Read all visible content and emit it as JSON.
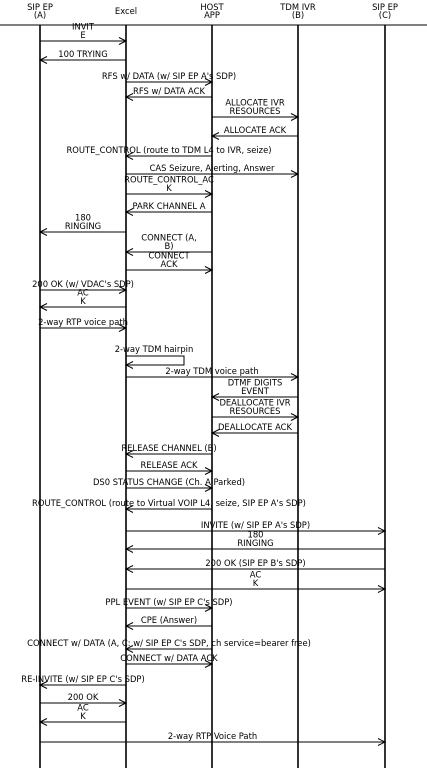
{
  "participants": [
    {
      "id": "A",
      "name": "SIP EP",
      "sub": "(A)"
    },
    {
      "id": "X",
      "name": "Excel",
      "sub": ""
    },
    {
      "id": "H",
      "name": "HOST",
      "sub": "APP"
    },
    {
      "id": "TDM",
      "name": "TDM IVR",
      "sub": "(B)"
    },
    {
      "id": "C",
      "name": "SIP EP",
      "sub": "(C)"
    }
  ],
  "messages": [
    {
      "from": "A",
      "to": "X",
      "lines": [
        "INVIT",
        "E"
      ]
    },
    {
      "from": "X",
      "to": "A",
      "lines": [
        "100 TRYING"
      ]
    },
    {
      "from": "X",
      "to": "H",
      "lines": [
        "RFS w/ DATA (w/ SIP EP A's SDP)"
      ]
    },
    {
      "from": "H",
      "to": "X",
      "lines": [
        "RFS w/ DATA ACK"
      ]
    },
    {
      "from": "H",
      "to": "TDM",
      "lines": [
        "ALLOCATE IVR",
        "RESOURCES"
      ]
    },
    {
      "from": "TDM",
      "to": "H",
      "lines": [
        "ALLOCATE ACK"
      ]
    },
    {
      "from": "H",
      "to": "X",
      "lines": [
        "ROUTE_CONTROL (route to TDM L4 to IVR, seize)"
      ]
    },
    {
      "from": "X",
      "to": "TDM",
      "lines": [
        "CAS Seizure, Alerting, Answer"
      ]
    },
    {
      "from": "X",
      "to": "H",
      "lines": [
        "ROUTE_CONTROL_AC",
        "K"
      ]
    },
    {
      "from": "H",
      "to": "X",
      "lines": [
        "PARK CHANNEL A"
      ]
    },
    {
      "from": "X",
      "to": "A",
      "lines": [
        "180",
        "RINGING"
      ]
    },
    {
      "from": "H",
      "to": "X",
      "lines": [
        "CONNECT (A,",
        "B)"
      ]
    },
    {
      "from": "X",
      "to": "H",
      "lines": [
        "CONNECT",
        "ACK"
      ]
    },
    {
      "from": "A",
      "to": "X",
      "lines": [
        "200 OK (w/ VDAC's SDP)"
      ]
    },
    {
      "from": "X",
      "to": "A",
      "lines": [
        "AC",
        "K"
      ]
    },
    {
      "from": "A",
      "to": "X",
      "lines": [
        "2-way RTP voice path"
      ]
    },
    {
      "from": "X",
      "to": "X",
      "lines": [
        "2-way TDM hairpin"
      ]
    },
    {
      "from": "X",
      "to": "TDM",
      "lines": [
        "2-way TDM voice path"
      ]
    },
    {
      "from": "TDM",
      "to": "H",
      "lines": [
        "DTMF DIGITS",
        "EVENT"
      ]
    },
    {
      "from": "H",
      "to": "TDM",
      "lines": [
        "DEALLOCATE IVR",
        "RESOURCES"
      ]
    },
    {
      "from": "TDM",
      "to": "H",
      "lines": [
        "DEALLOCATE ACK"
      ]
    },
    {
      "from": "H",
      "to": "X",
      "lines": [
        "RELEASE CHANNEL (B)"
      ]
    },
    {
      "from": "X",
      "to": "H",
      "lines": [
        "RELEASE ACK"
      ]
    },
    {
      "from": "X",
      "to": "H",
      "lines": [
        "DS0 STATUS CHANGE (Ch. A Parked)"
      ]
    },
    {
      "from": "H",
      "to": "X",
      "lines": [
        "ROUTE_CONTROL (route to Virtual VOIP L4, seize, SIP EP A's SDP)"
      ]
    },
    {
      "from": "X",
      "to": "C",
      "lines": [
        "INVITE (w/ SIP EP A's SDP)"
      ]
    },
    {
      "from": "C",
      "to": "X",
      "lines": [
        "180",
        "RINGING"
      ]
    },
    {
      "from": "C",
      "to": "X",
      "lines": [
        "200 OK (SIP EP B's SDP)"
      ]
    },
    {
      "from": "X",
      "to": "C",
      "lines": [
        "AC",
        "K"
      ]
    },
    {
      "from": "X",
      "to": "H",
      "lines": [
        "PPL EVENT (w/ SIP EP C's SDP)"
      ]
    },
    {
      "from": "H",
      "to": "X",
      "lines": [
        "CPE (Answer)"
      ]
    },
    {
      "from": "H",
      "to": "X",
      "lines": [
        "CONNECT w/ DATA (A, C: w/ SIP EP C's SDP, ch service=bearer free)"
      ]
    },
    {
      "from": "X",
      "to": "H",
      "lines": [
        "CONNECT w/ DATA ACK"
      ]
    },
    {
      "from": "X",
      "to": "A",
      "lines": [
        "RE-INVITE (w/ SIP EP C's SDP)"
      ]
    },
    {
      "from": "A",
      "to": "X",
      "lines": [
        "200 OK"
      ]
    },
    {
      "from": "X",
      "to": "A",
      "lines": [
        "AC",
        "K"
      ]
    },
    {
      "from": "A",
      "to": "C",
      "lines": [
        "2-way RTP Voice Path"
      ]
    }
  ]
}
